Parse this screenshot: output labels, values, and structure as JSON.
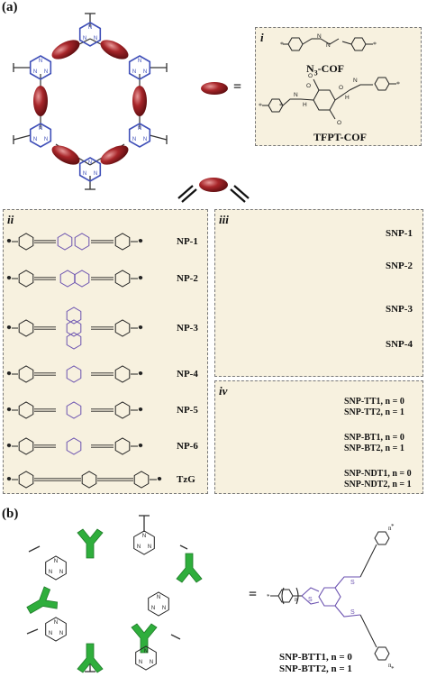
{
  "panels": {
    "a": "(a)",
    "b": "(b)"
  },
  "equals": "=",
  "colors": {
    "ellipse": "#a8262a",
    "triazine": "#3f4fb8",
    "highlight": "#6b52b0",
    "box_bg": "#f7f1df",
    "linker_green": "#2fae3c"
  },
  "box_i": {
    "roman": "i",
    "n3": "N",
    "n3_sub": "3",
    "n3_suffix": "-COF",
    "tfpt": "TFPT-COF"
  },
  "box_ii": {
    "roman": "ii",
    "labels": [
      "NP-1",
      "NP-2",
      "NP-3",
      "NP-4",
      "NP-5",
      "NP-6",
      "TzG"
    ]
  },
  "box_iii": {
    "roman": "iii",
    "labels": [
      "SNP-1",
      "SNP-2",
      "SNP-3",
      "SNP-4"
    ]
  },
  "box_iv": {
    "roman": "iv",
    "labels": [
      [
        "SNP-TT1, n = 0",
        "SNP-TT2, n = 1"
      ],
      [
        "SNP-BT1, n = 0",
        "SNP-BT2, n = 1"
      ],
      [
        "SNP-NDT1, n = 0",
        "SNP-NDT2, n = 1"
      ]
    ]
  },
  "panel_b": {
    "labels": [
      "SNP-BTT1, n = 0",
      "SNP-BTT2, n = 1"
    ]
  }
}
